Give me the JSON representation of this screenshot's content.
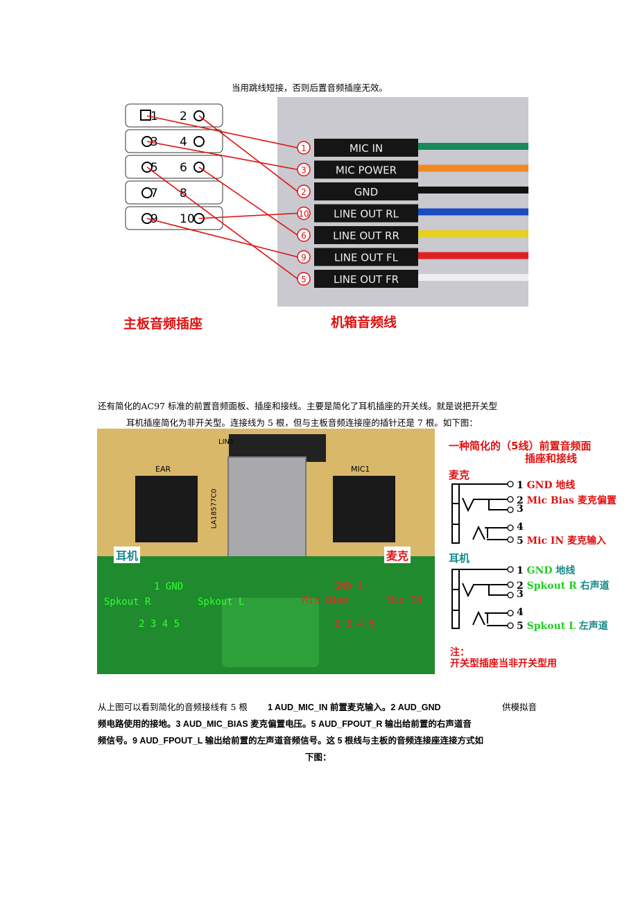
{
  "intro_line": "当用跳线短接，否则后置音频插座无效。",
  "fig1": {
    "header_pins": [
      [
        "1",
        "2"
      ],
      [
        "3",
        "4"
      ],
      [
        "5",
        "6"
      ],
      [
        "7",
        "8"
      ],
      [
        "9",
        "10"
      ]
    ],
    "cable_labels": [
      "MIC IN",
      "MIC POWER",
      "GND",
      "LINE OUT RL",
      "LINE OUT RR",
      "LINE OUT FL",
      "LINE OUT FR"
    ],
    "cable_numbers": [
      "1",
      "3",
      "2",
      "10",
      "6",
      "9",
      "5"
    ],
    "caption_left": "主板音频插座",
    "caption_right": "机箱音频线"
  },
  "para1": {
    "line1": "还有简化的AC97 标准的前置音频面板、插座和接线。主要是简化了耳机插座的开关线。就是说把开关型",
    "line2": "耳机插座简化为非开关型。连接线为 5 根，但与主板音频连接座的插针还是 7 根。如下图："
  },
  "fig2": {
    "board_labels": {
      "lin1": "LIN1",
      "ear": "EAR",
      "mic1": "MIC1",
      "part": "LA18577C0",
      "headphone": "耳机",
      "mic": "麦克"
    },
    "pcb_labels": {
      "gnd_left": "1 GND",
      "spk_r": "Spkout R",
      "spk_l": "Spkout L",
      "nums_left": "2 3   4 5",
      "gnd_right": "GND 1",
      "mic_bias": "Mic Bias",
      "mic_in": "Mic IN",
      "nums_right": "2 3   4 5"
    },
    "title1": "一种简化的（5线）前置音频面",
    "title2": "插座和接线",
    "mic_section": "麦克",
    "mic_pins": [
      {
        "num": "1",
        "label": "GND 地线"
      },
      {
        "num": "2",
        "label": "Mic Bias 麦克偏置"
      },
      {
        "num": "3",
        "label": ""
      },
      {
        "num": "4",
        "label": ""
      },
      {
        "num": "5",
        "label": "Mic IN 麦克输入"
      }
    ],
    "ear_section": "耳机",
    "ear_pins": [
      {
        "num": "1",
        "label": "GND",
        "extra": "地线"
      },
      {
        "num": "2",
        "label": "Spkout R",
        "extra": "右声道"
      },
      {
        "num": "3",
        "label": "",
        "extra": ""
      },
      {
        "num": "4",
        "label": "",
        "extra": ""
      },
      {
        "num": "5",
        "label": "Spkout L",
        "extra": "左声道"
      }
    ],
    "note1": "注：",
    "note2": "开关型插座当非开关型用"
  },
  "para2": {
    "l1a": "从上图可以看到简化的音频接线有 5 根",
    "l1b": "1   AUD_MIC_IN    前置麦克输入。2   AUD_GND",
    "l1c": "供模拟音",
    "l2": "频电路使用的接地。3   AUD_MIC_BIAS   麦克偏置电压。5   AUD_FPOUT_R    输出给前置的右声道音",
    "l3": "频信号。9   AUD_FPOUT_L    输出给前置的左声道音频信号。这 5 根线与主板的音频连接座连接方式如",
    "l4": "下图："
  }
}
